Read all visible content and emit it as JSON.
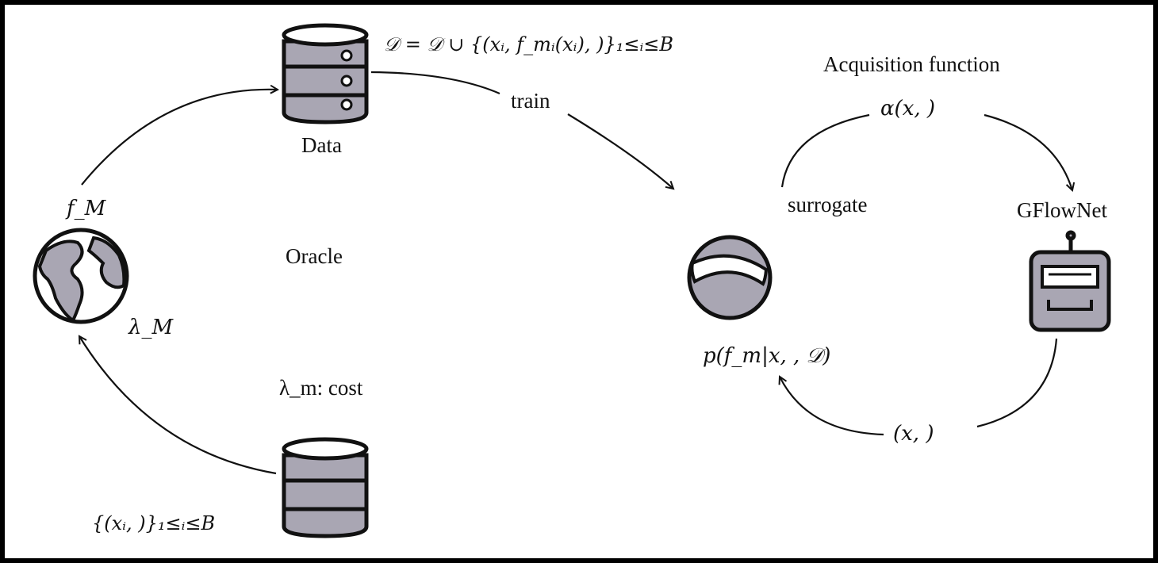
{
  "labels": {
    "data_update": "𝒟 = 𝒟 ∪ {(xᵢ, f_mᵢ(xᵢ),    )}₁≤ᵢ≤B",
    "data": "Data",
    "train": "train",
    "acquisition_function": "Acquisition function",
    "alpha": "α(x,    )",
    "surrogate": "surrogate",
    "gflownet": "GFlowNet",
    "f_M": "f_M",
    "oracle": "Oracle",
    "lambda_M": "λ_M",
    "posterior": "p(f_m|x,    , 𝒟)",
    "lambda_m_cost": "λ_m: cost",
    "x_pair": "(x,    )",
    "batch": "{(xᵢ,    )}₁≤ᵢ≤B"
  },
  "colors": {
    "fill": "#a9a6b3",
    "stroke": "#111111",
    "border": "#000000"
  },
  "icons": [
    "database-icon",
    "globe-icon",
    "sphere-icon",
    "robot-icon"
  ]
}
